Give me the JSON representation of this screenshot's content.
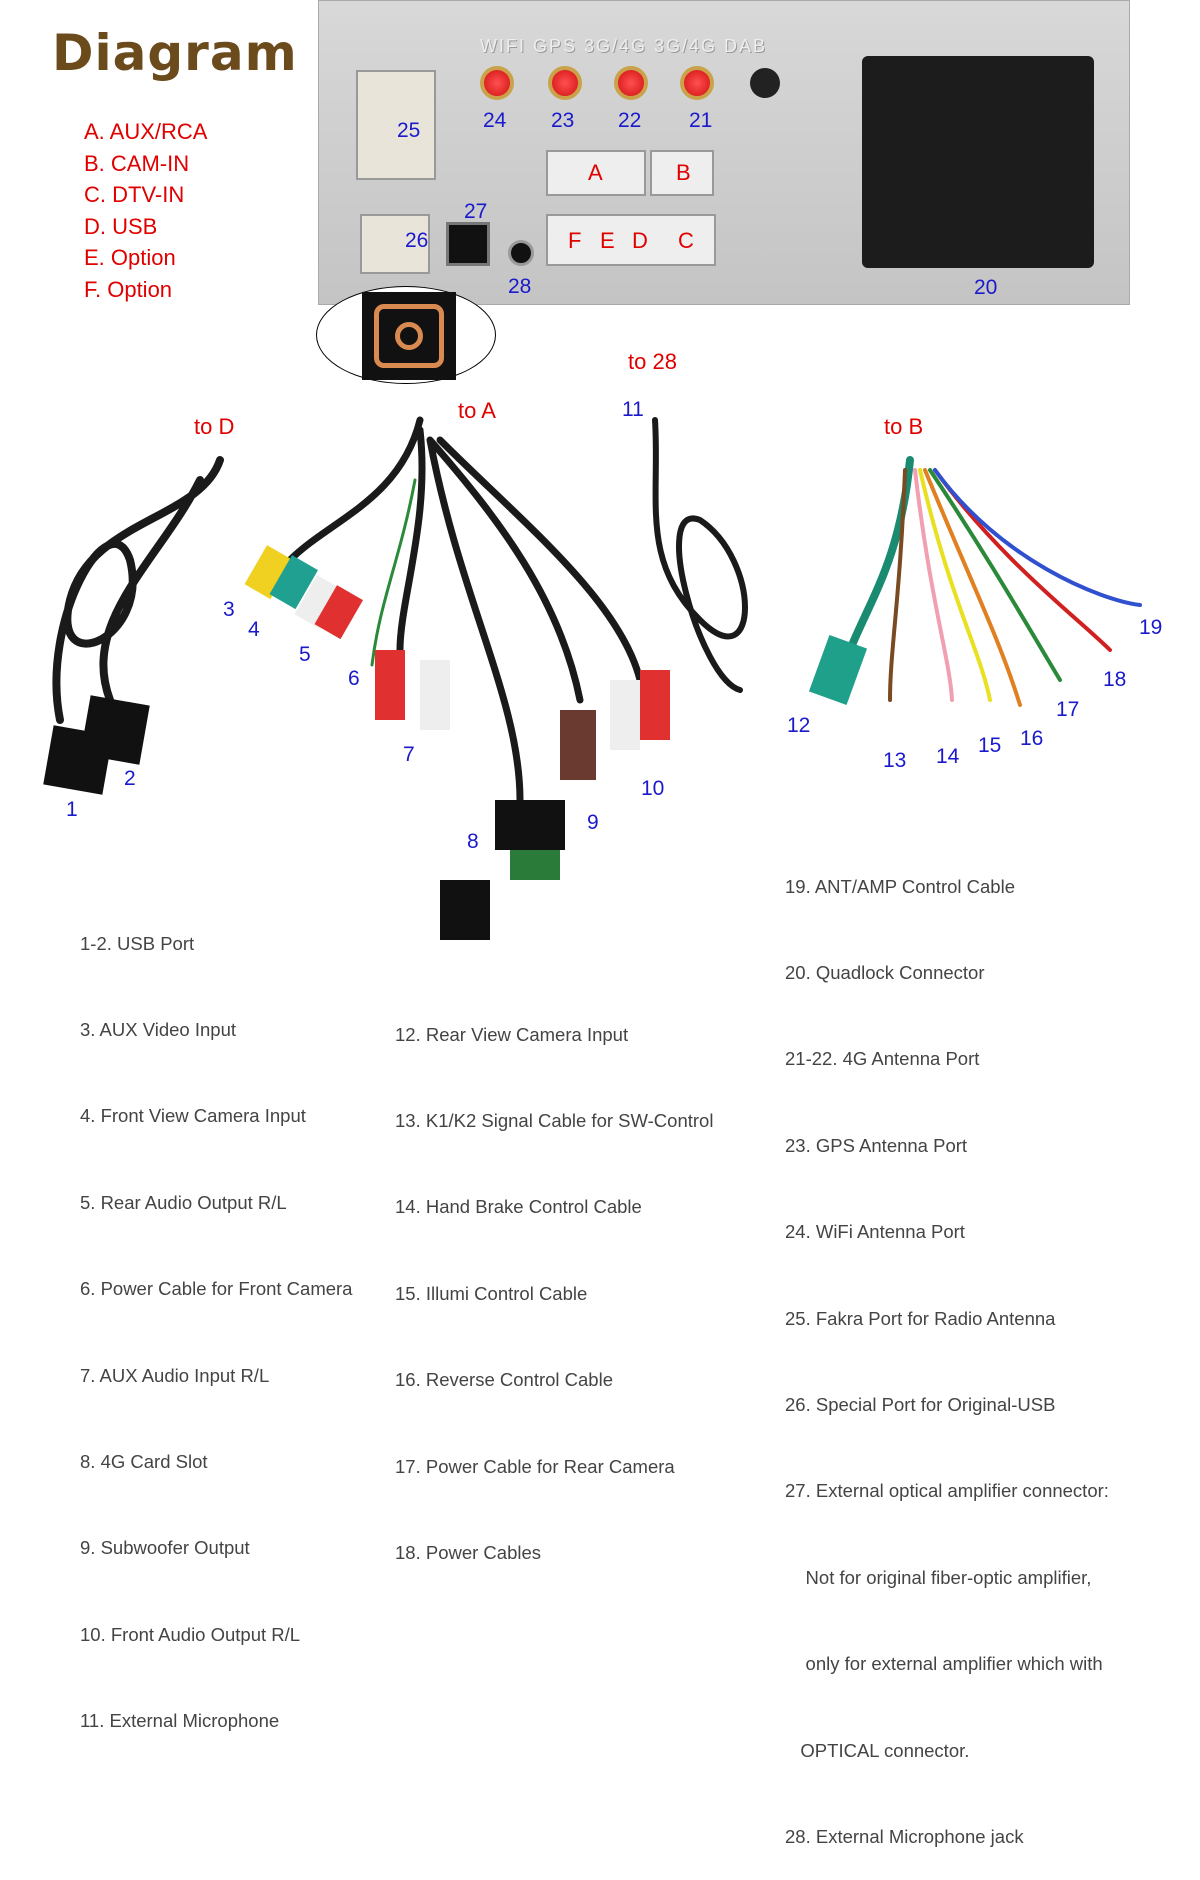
{
  "title": "Diagram",
  "ports_legend": [
    "A. AUX/RCA",
    "B. CAM-IN",
    "C. DTV-IN",
    "D. USB",
    "E. Option",
    "F. Option"
  ],
  "embossed": "WIFI  GPS 3G/4G 3G/4G DAB",
  "connector_letters": {
    "A": "A",
    "B": "B",
    "C": "C",
    "D": "D",
    "E": "E",
    "F": "F"
  },
  "destinations": {
    "to_d": "to D",
    "to_a": "to A",
    "to_28": "to 28",
    "to_b": "to B"
  },
  "numbers": [
    "1",
    "2",
    "3",
    "4",
    "5",
    "6",
    "7",
    "8",
    "9",
    "10",
    "11",
    "12",
    "13",
    "14",
    "15",
    "16",
    "17",
    "18",
    "19",
    "20",
    "21",
    "22",
    "23",
    "24",
    "25",
    "26",
    "27",
    "28"
  ],
  "descriptions_col1": [
    "1-2. USB Port",
    "3. AUX Video Input",
    "4. Front View Camera Input",
    "5. Rear Audio Output R/L",
    "6. Power Cable for Front Camera",
    "7. AUX Audio Input R/L",
    "8. 4G Card Slot",
    "9. Subwoofer Output",
    "10. Front Audio Output R/L",
    "11. External Microphone"
  ],
  "descriptions_col2": [
    "12. Rear View Camera Input",
    "13. K1/K2 Signal Cable for SW-Control",
    "14. Hand Brake Control Cable",
    "15. Illumi Control Cable",
    "16. Reverse Control Cable",
    "17. Power Cable for Rear Camera",
    "18. Power Cables"
  ],
  "descriptions_col3": [
    "19. ANT/AMP Control Cable",
    "20. Quadlock Connector",
    "21-22. 4G Antenna Port",
    "23. GPS Antenna Port",
    "24. WiFi Antenna Port",
    "25. Fakra Port for Radio Antenna",
    "26. Special Port for Original-USB",
    "27. External optical amplifier connector:",
    "    Not for original fiber-optic amplifier,",
    "    only for external amplifier which with",
    "   OPTICAL connector.",
    "28. External Microphone jack"
  ]
}
